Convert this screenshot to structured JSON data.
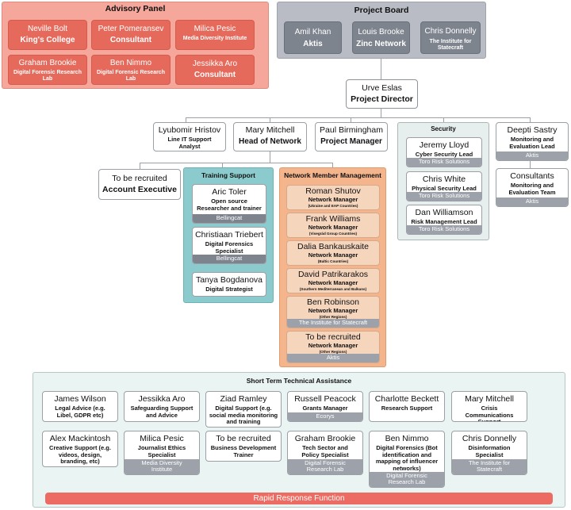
{
  "colors": {
    "advisory_panel": "#f4a79a",
    "advisory_card": "#e66a5c",
    "board_panel": "#b9bcc4",
    "board_card": "#7e848e",
    "training": "#8ccbcd",
    "network": "#f4b48c",
    "network_card": "#f6d5bd",
    "org_bar": "#9da2aa",
    "rapid": "#ec6b62",
    "sta_panel": "#eaf4f2"
  },
  "advisory_panel": {
    "title": "Advisory Panel",
    "members": [
      {
        "name": "Neville Bolt",
        "org": "King's College"
      },
      {
        "name": "Peter Pomeransev",
        "org": "Consultant"
      },
      {
        "name": "Milica Pesic",
        "org": "Media Diversity Institute"
      },
      {
        "name": "Graham Brookie",
        "org": "Digital Forensic Research Lab"
      },
      {
        "name": "Ben Nimmo",
        "org": "Digital Forensic Research Lab"
      },
      {
        "name": "Jessikka Aro",
        "org": "Consultant"
      }
    ]
  },
  "project_board": {
    "title": "Project Board",
    "members": [
      {
        "name": "Amil Khan",
        "org": "Aktis"
      },
      {
        "name": "Louis Brooke",
        "org": "Zinc Network"
      },
      {
        "name": "Chris Donnelly",
        "org": "The Institute for Statecraft"
      }
    ]
  },
  "director": {
    "name": "Urve Eslas",
    "role": "Project Director"
  },
  "line_it": {
    "name": "Lyubomir Hristov",
    "role": "Line IT Support Analyst"
  },
  "head_network": {
    "name": "Mary Mitchell",
    "role": "Head of Network"
  },
  "project_manager": {
    "name": "Paul Birmingham",
    "role": "Project Manager"
  },
  "security": {
    "title": "Security",
    "members": [
      {
        "name": "Jeremy Lloyd",
        "role": "Cyber Security Lead",
        "org": "Toro Risk Solutions"
      },
      {
        "name": "Chris White",
        "role": "Physical Security Lead",
        "org": "Toro Risk Solutions"
      },
      {
        "name": "Dan Williamson",
        "role": "Risk Management Lead",
        "org": "Toro Risk Solutions"
      }
    ]
  },
  "monitoring": [
    {
      "name": "Deepti Sastry",
      "role": "Monitoring and Evaluation Lead",
      "org": "Aktis"
    },
    {
      "name": "Consultants",
      "role": "Monitoring and Evaluation Team",
      "org": "Aktis"
    }
  ],
  "account_exec": {
    "name": "To be recruited",
    "role": "Account Executive"
  },
  "training": {
    "title": "Training Support",
    "members": [
      {
        "name": "Aric Toler",
        "role": "Open source Researcher and trainer",
        "org": "Bellingcat"
      },
      {
        "name": "Christiaan Triebert",
        "role": "Digital Forensics Specialist",
        "org": "Bellingcat"
      },
      {
        "name": "Tanya Bogdanova",
        "role": "Digital Strategist"
      }
    ]
  },
  "network": {
    "title": "Network Member Management",
    "members": [
      {
        "name": "Roman Shutov",
        "role": "Network Manager",
        "region": "(Ukraine and EAP Countries)"
      },
      {
        "name": "Frank Williams",
        "role": "Network Manager",
        "region": "(Visegrád Group Countries)"
      },
      {
        "name": "Dalia Bankauskaite",
        "role": "Network Manager",
        "region": "(Baltic Countries)"
      },
      {
        "name": "David Patrikarakos",
        "role": "Network Manager",
        "region": "(Southern Mediterranean and Balkans)"
      },
      {
        "name": "Ben Robinson",
        "role": "Network Manager",
        "region": "(Other Regions)",
        "org": "The Institute for Statecraft"
      },
      {
        "name": "To be recruited",
        "role": "Network Manager",
        "region": "(Other Regions)",
        "org": "Aktis"
      }
    ]
  },
  "sta": {
    "title": "Short Term Technical Assistance",
    "row1": [
      {
        "name": "James Wilson",
        "role": "Legal Advice (e.g. Libel, GDPR etc)"
      },
      {
        "name": "Jessikka Aro",
        "role": "Safeguarding Support and Advice"
      },
      {
        "name": "Ziad Ramley",
        "role": "Digital Support (e.g. social media monitoring and training"
      },
      {
        "name": "Russell Peacock",
        "role": "Grants Manager",
        "org": "Ecorys"
      },
      {
        "name": "Charlotte Beckett",
        "role": "Research Support"
      },
      {
        "name": "Mary Mitchell",
        "role": "Crisis Communications Support"
      }
    ],
    "row2": [
      {
        "name": "Alex Mackintosh",
        "role": "Creative Support (e.g. videos, design, branding, etc)"
      },
      {
        "name": "Milica Pesic",
        "role": "Journalist Ethics Specialist",
        "org": "Media Diversity Institute"
      },
      {
        "name": "To be recruited",
        "role": "Business Development Trainer"
      },
      {
        "name": "Graham Brookie",
        "role": "Tech Sector and Policy Specialist",
        "org": "Digital Forensic Research Lab"
      },
      {
        "name": "Ben Nimmo",
        "role": "Digital Forensics (Bot identification and mapping of influencer networks)",
        "org": "Digital Forensic Research Lab"
      },
      {
        "name": "Chris Donnelly",
        "role": "Disinformation Specialist",
        "org": "The Institute for Statecraft"
      }
    ],
    "rapid_response": "Rapid Response Function"
  }
}
